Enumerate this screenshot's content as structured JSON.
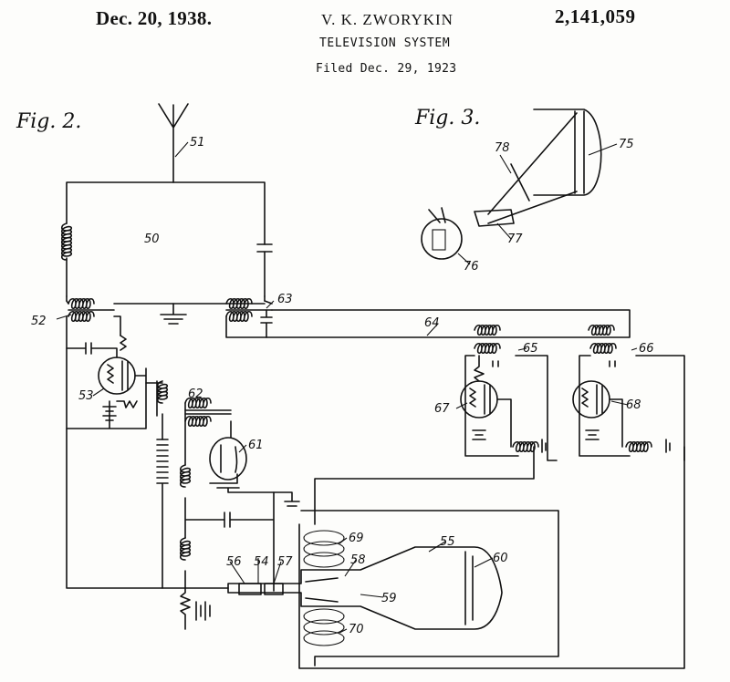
{
  "header": {
    "date": "Dec. 20, 1938.",
    "inventor": "V. K. ZWORYKIN",
    "patent_number": "2,141,059",
    "title": "TELEVISION SYSTEM",
    "filed": "Filed Dec. 29, 1923"
  },
  "figures": {
    "fig2": "Fig. 2.",
    "fig3": "Fig. 3."
  },
  "labels": {
    "l51": "51",
    "l50": "50",
    "l52": "52",
    "l53": "53",
    "l54": "54",
    "l55": "55",
    "l56": "56",
    "l57": "57",
    "l58": "58",
    "l59": "59",
    "l60": "60",
    "l61": "61",
    "l62": "62",
    "l63": "63",
    "l64": "64",
    "l65": "65",
    "l66": "66",
    "l67": "67",
    "l68": "68",
    "l69": "69",
    "l70": "70",
    "l75": "75",
    "l76": "76",
    "l77": "77",
    "l78": "78"
  }
}
